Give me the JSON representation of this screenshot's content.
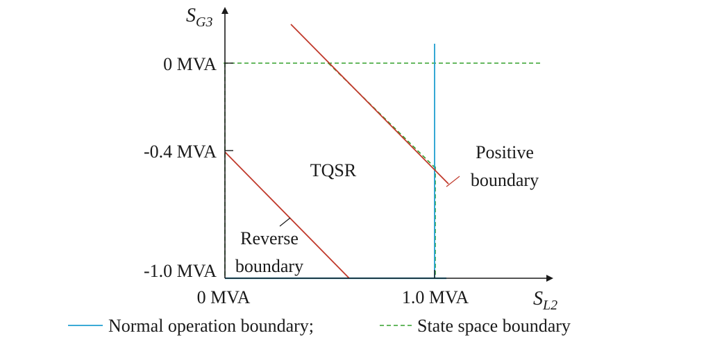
{
  "axes": {
    "y_label_main": "S",
    "y_label_sub": "G3",
    "x_label_main": "S",
    "x_label_sub": "L2",
    "y_ticks": [
      "0 MVA",
      "-0.4 MVA",
      "-1.0 MVA"
    ],
    "x_ticks": [
      "0 MVA",
      "1.0 MVA"
    ]
  },
  "annotations": {
    "region": "TQSR",
    "positive_line1": "Positive",
    "positive_line2": "boundary",
    "reverse_line1": "Reverse",
    "reverse_line2": "boundary"
  },
  "legend": {
    "normal": "Normal operation boundary;",
    "state": "State space boundary"
  },
  "colors": {
    "axis": "#1a1a1a",
    "red": "#c0392b",
    "blue": "#1f9fd0",
    "green": "#33a02c"
  }
}
